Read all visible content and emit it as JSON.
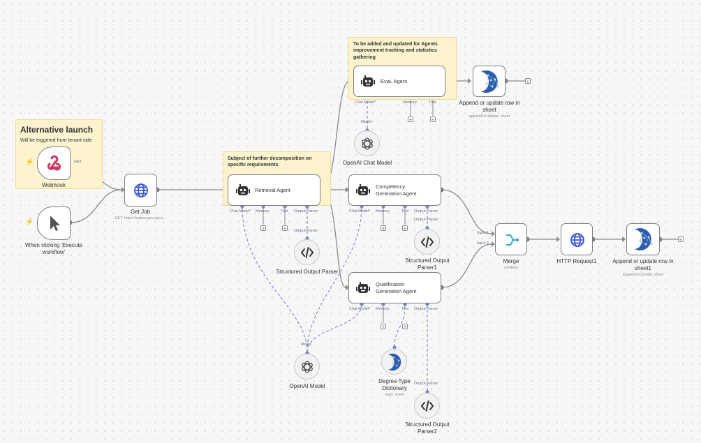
{
  "stickies": {
    "alt_launch": {
      "title": "Alternative launch",
      "body": "Will be triggered from tenant side"
    },
    "decomposition": {
      "body": "Subject of further decomposition on specific requirements"
    },
    "agents_tracking": {
      "body": "To be added and updated for Agents improvement tracking and statistics gathering"
    }
  },
  "nodes": {
    "webhook": {
      "name": "Webhook",
      "method": "GET"
    },
    "manual_trigger": {
      "name": "When clicking 'Execute workflow'"
    },
    "get_job": {
      "name": "Get Job",
      "subtitle": "GET: https://uatneogov.api.e..."
    },
    "retrieval_agent": {
      "name": "Retrieval Agent"
    },
    "eval_agent": {
      "name": "EvaL Agent"
    },
    "competency_agent": {
      "name": "Competency Generation Agent"
    },
    "qualification_agent": {
      "name": "Qualification Generation Agent"
    },
    "append_row": {
      "name": "Append or update row in sheet",
      "subtitle": "appendOrUpdate: sheet"
    },
    "append_row1": {
      "name": "Append or update row in sheet1",
      "subtitle": "appendOrUpdate: sheet"
    },
    "openai_chat_model": {
      "name": "OpenAI Chat Model"
    },
    "openai_model": {
      "name": "OpenAI Model"
    },
    "structured_output_parser": {
      "name": "Structured Output Parser"
    },
    "structured_output_parser1": {
      "name": "Structured Output Parser1"
    },
    "structured_output_parser2": {
      "name": "Structured Output Parser2"
    },
    "degree_type_dictionary": {
      "name": "Degree Type Dictionary",
      "subtitle": "read: sheet"
    },
    "merge": {
      "name": "Merge",
      "subtitle": "combine",
      "input1": "Input 1",
      "input2": "Input 2"
    },
    "http_request1": {
      "name": "HTTP Request1"
    }
  },
  "ports": {
    "chat_model_required": "Chat Model*",
    "memory": "Memory",
    "tool": "Tool",
    "output_parser": "Output Parser",
    "model": "Model"
  },
  "colors": {
    "accent": "#ff6d5a",
    "connection": "#8a8a8e",
    "sub_connection": "#8a8fc7",
    "sticky_bg": "#fdf3cf",
    "sheets_blue": "#2a5dab",
    "merge_teal": "#37a3c7",
    "http_blue": "#3b55d9"
  },
  "icons": {
    "webhook": "webhook-icon",
    "manual_trigger": "cursor-icon",
    "get_job": "globe-icon",
    "agents": "robot-icon",
    "sheets": "google-sheets-icon",
    "openai": "openai-icon",
    "parser": "code-icon",
    "merge": "merge-icon",
    "http": "globe-icon",
    "trigger_bolt": "lightning-icon"
  }
}
